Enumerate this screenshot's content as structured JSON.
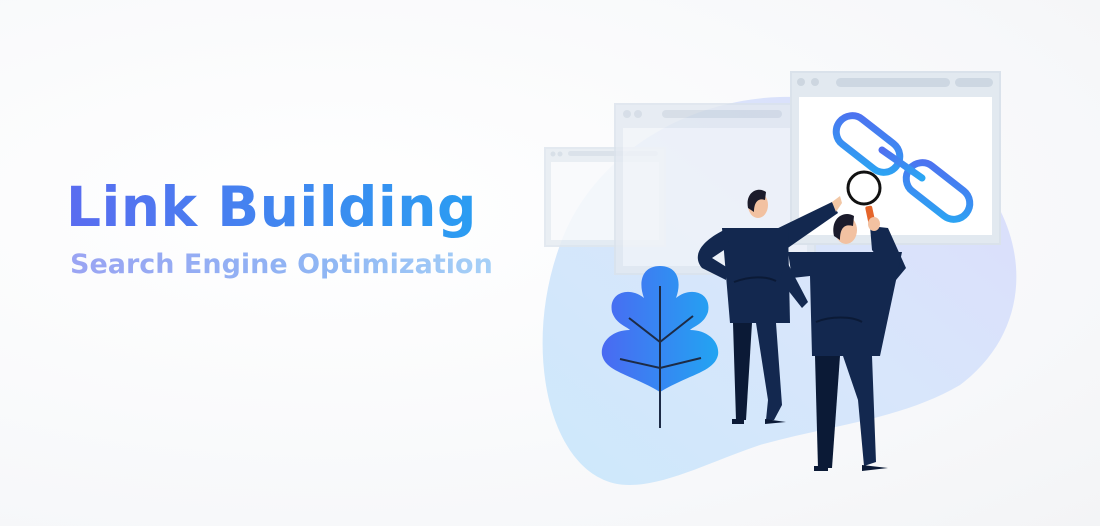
{
  "banner": {
    "title": "Link Building",
    "subtitle": "Search Engine Optimization",
    "colors": {
      "title_gradient_start": "#5a6cf0",
      "title_gradient_end": "#2a9df2",
      "subtitle": "#9aa4f3",
      "blob_light": "#d3e8fb",
      "blob_violet": "#d6dbfb",
      "suit": "#13284f",
      "leaf": "#3f7ff2",
      "chain": "#3a86f0",
      "magnifier_handle": "#e5652a"
    }
  },
  "illustration": {
    "elements": [
      "browser-window-large",
      "browser-window-medium",
      "browser-window-small",
      "chain-link",
      "magnifying-glass",
      "person-pointing",
      "person-with-magnifier",
      "leaf-plant",
      "background-blob"
    ]
  }
}
